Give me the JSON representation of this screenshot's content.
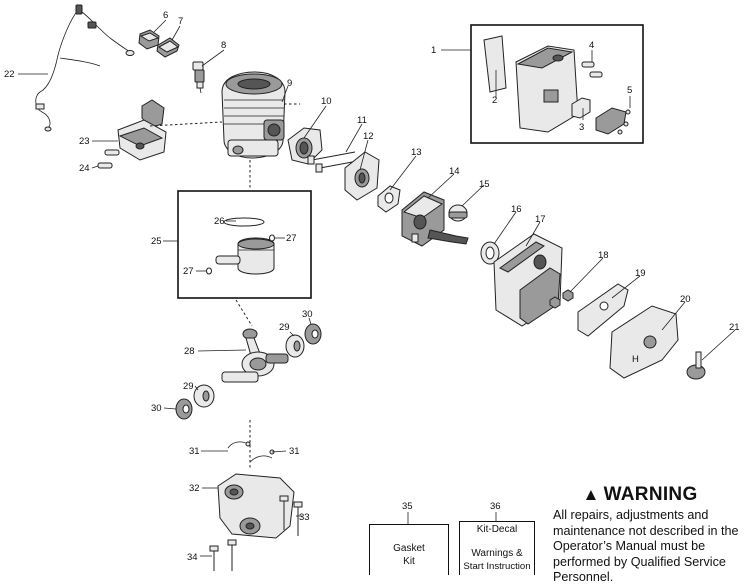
{
  "callouts": [
    "1",
    "2",
    "3",
    "4",
    "5",
    "6",
    "7",
    "8",
    "9",
    "10",
    "11",
    "12",
    "13",
    "14",
    "15",
    "16",
    "17",
    "18",
    "19",
    "20",
    "21",
    "22",
    "23",
    "24",
    "25",
    "26",
    "27",
    "28",
    "29",
    "30",
    "31",
    "32",
    "33",
    "34",
    "35",
    "36"
  ],
  "kits": {
    "gasket": {
      "number": "35",
      "line1": "Gasket",
      "line2": "Kit"
    },
    "decal": {
      "number": "36",
      "line1": "Kit-Decal",
      "line2": "Warnings &",
      "line3": "Start Instruction"
    }
  },
  "warning": {
    "icon": "warning-triangle-icon",
    "title": "WARNING",
    "text": "All repairs, adjustments and maintenance not described in the Operator’s Manual must be performed by Qualified Service Personnel."
  }
}
